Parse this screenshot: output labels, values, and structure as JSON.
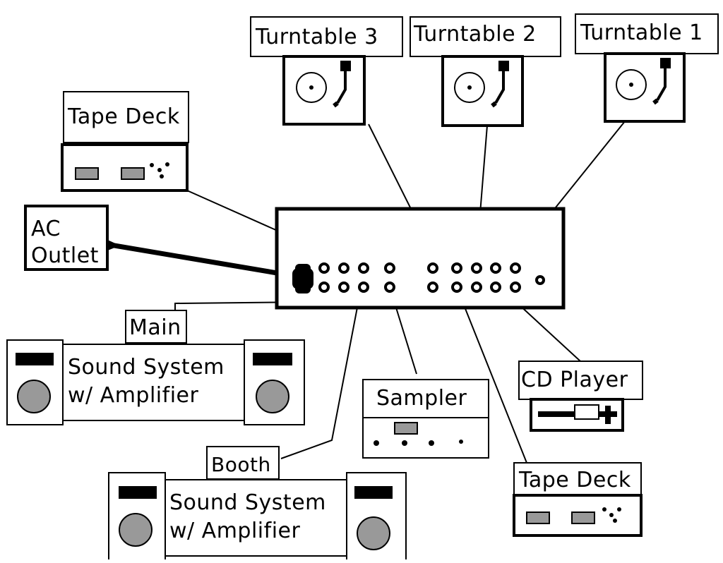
{
  "diagram": {
    "labels": {
      "turntable_3": "Turntable 3",
      "turntable_2": "Turntable 2",
      "turntable_1": "Turntable 1",
      "tape_deck_top": "Tape Deck",
      "ac_outlet_line1": "AC",
      "ac_outlet_line2": "Outlet",
      "main": "Main",
      "main_system_line1": "Sound System",
      "main_system_line2": "w/ Amplifier",
      "sampler": "Sampler",
      "cd_player": "CD Player",
      "booth": "Booth",
      "booth_system_line1": "Sound System",
      "booth_system_line2": "w/ Amplifier",
      "tape_deck_bottom": "Tape Deck"
    },
    "colors": {
      "stroke": "#000000",
      "gray_fill": "#999999",
      "background": "#ffffff"
    }
  }
}
